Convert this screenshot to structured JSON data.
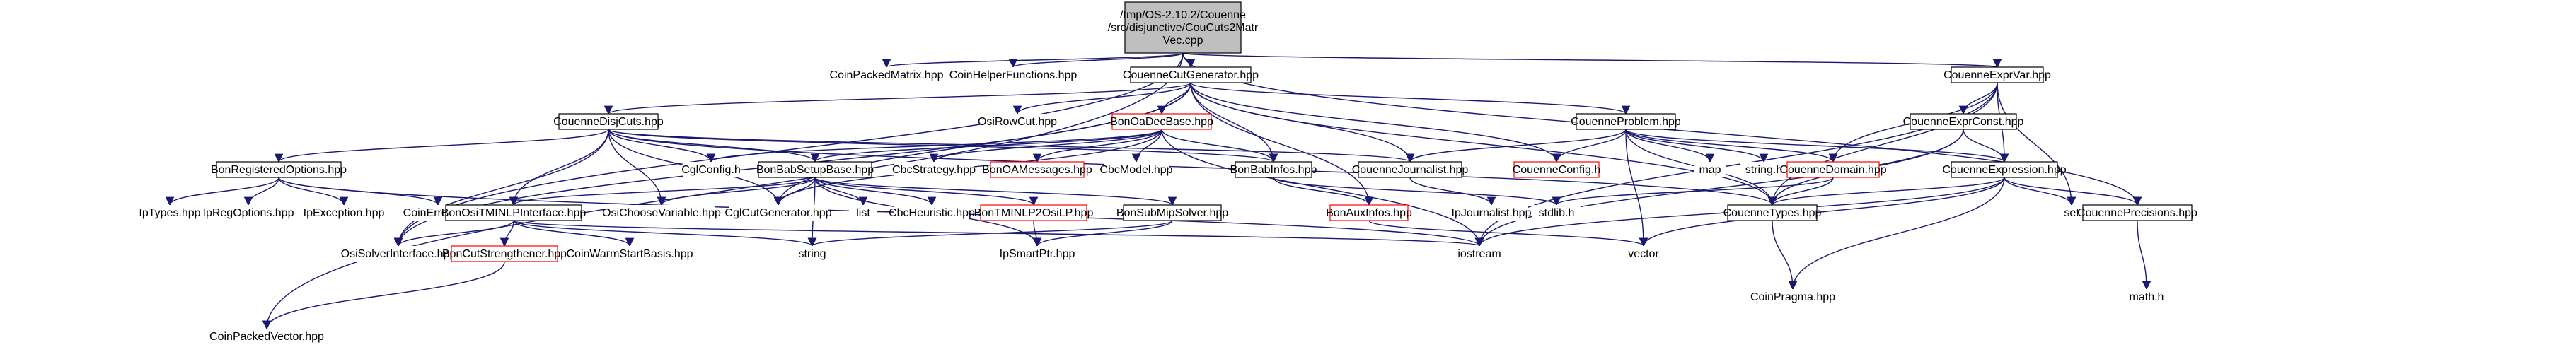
{
  "graph": {
    "colors": {
      "edge": "#191970",
      "node_border": "#000000",
      "missing_border": "#ff0000",
      "root_fill": "#bfbfbf",
      "node_fill": "#ffffff",
      "text": "#000000"
    },
    "nodes": [
      {
        "id": "root",
        "lines": [
          "/tmp/OS-2.10.2/Couenne",
          "/src/disjunctive/CouCuts2Matr",
          "Vec.cpp"
        ],
        "kind": "root"
      },
      {
        "id": "CoinPackedMatrix",
        "lines": [
          "CoinPackedMatrix.hpp"
        ],
        "kind": "missing"
      },
      {
        "id": "CoinHelperFunctions",
        "lines": [
          "CoinHelperFunctions.hpp"
        ],
        "kind": "missing"
      },
      {
        "id": "CouenneCutGenerator",
        "lines": [
          "CouenneCutGenerator.hpp"
        ],
        "kind": "normal"
      },
      {
        "id": "CouenneExprVar",
        "lines": [
          "CouenneExprVar.hpp"
        ],
        "kind": "normal"
      },
      {
        "id": "OsiRowCut",
        "lines": [
          "OsiRowCut.hpp"
        ],
        "kind": "missing"
      },
      {
        "id": "BonOaDecBase",
        "lines": [
          "BonOaDecBase.hpp"
        ],
        "kind": "red"
      },
      {
        "id": "CouenneDisjCuts",
        "lines": [
          "CouenneDisjCuts.hpp"
        ],
        "kind": "normal"
      },
      {
        "id": "CouenneProblem",
        "lines": [
          "CouenneProblem.hpp"
        ],
        "kind": "normal"
      },
      {
        "id": "CouenneExprConst",
        "lines": [
          "CouenneExprConst.hpp"
        ],
        "kind": "normal"
      },
      {
        "id": "BonRegisteredOptions",
        "lines": [
          "BonRegisteredOptions.hpp"
        ],
        "kind": "normal"
      },
      {
        "id": "CglConfig",
        "lines": [
          "CglConfig.h"
        ],
        "kind": "missing"
      },
      {
        "id": "BonBabSetupBase",
        "lines": [
          "BonBabSetupBase.hpp"
        ],
        "kind": "normal"
      },
      {
        "id": "CbcStrategy",
        "lines": [
          "CbcStrategy.hpp"
        ],
        "kind": "missing"
      },
      {
        "id": "BonOAMessages",
        "lines": [
          "BonOAMessages.hpp"
        ],
        "kind": "red"
      },
      {
        "id": "CbcModel",
        "lines": [
          "CbcModel.hpp"
        ],
        "kind": "missing"
      },
      {
        "id": "BonBabInfos",
        "lines": [
          "BonBabInfos.hpp"
        ],
        "kind": "normal"
      },
      {
        "id": "CouenneJournalist",
        "lines": [
          "CouenneJournalist.hpp"
        ],
        "kind": "normal"
      },
      {
        "id": "CouenneConfig",
        "lines": [
          "CouenneConfig.h"
        ],
        "kind": "red"
      },
      {
        "id": "map",
        "lines": [
          "map"
        ],
        "kind": "missing"
      },
      {
        "id": "stringh",
        "lines": [
          "string.h"
        ],
        "kind": "missing"
      },
      {
        "id": "CouenneDomain",
        "lines": [
          "CouenneDomain.hpp"
        ],
        "kind": "red"
      },
      {
        "id": "CouenneExpression",
        "lines": [
          "CouenneExpression.hpp"
        ],
        "kind": "normal"
      },
      {
        "id": "IpTypes",
        "lines": [
          "IpTypes.hpp"
        ],
        "kind": "missing"
      },
      {
        "id": "IpRegOptions",
        "lines": [
          "IpRegOptions.hpp"
        ],
        "kind": "missing"
      },
      {
        "id": "IpException",
        "lines": [
          "IpException.hpp"
        ],
        "kind": "missing"
      },
      {
        "id": "CoinError",
        "lines": [
          "CoinError.hpp"
        ],
        "kind": "missing"
      },
      {
        "id": "BonOsiTMINLPInterface",
        "lines": [
          "BonOsiTMINLPInterface.hpp"
        ],
        "kind": "normal"
      },
      {
        "id": "OsiChooseVariable",
        "lines": [
          "OsiChooseVariable.hpp"
        ],
        "kind": "missing"
      },
      {
        "id": "CglCutGenerator",
        "lines": [
          "CglCutGenerator.hpp"
        ],
        "kind": "missing"
      },
      {
        "id": "list",
        "lines": [
          "list"
        ],
        "kind": "missing"
      },
      {
        "id": "CbcHeuristic",
        "lines": [
          "CbcHeuristic.hpp"
        ],
        "kind": "missing"
      },
      {
        "id": "BonTMINLP2OsiLP",
        "lines": [
          "BonTMINLP2OsiLP.hpp"
        ],
        "kind": "red"
      },
      {
        "id": "BonSubMipSolver",
        "lines": [
          "BonSubMipSolver.hpp"
        ],
        "kind": "normal"
      },
      {
        "id": "BonAuxInfos",
        "lines": [
          "BonAuxInfos.hpp"
        ],
        "kind": "red"
      },
      {
        "id": "IpJournalist",
        "lines": [
          "IpJournalist.hpp"
        ],
        "kind": "missing"
      },
      {
        "id": "stdlibh",
        "lines": [
          "stdlib.h"
        ],
        "kind": "missing"
      },
      {
        "id": "CouenneTypes",
        "lines": [
          "CouenneTypes.hpp"
        ],
        "kind": "normal"
      },
      {
        "id": "set",
        "lines": [
          "set"
        ],
        "kind": "missing"
      },
      {
        "id": "CouennePrecisions",
        "lines": [
          "CouennePrecisions.hpp"
        ],
        "kind": "normal"
      },
      {
        "id": "OsiSolverInterface",
        "lines": [
          "OsiSolverInterface.hpp"
        ],
        "kind": "missing"
      },
      {
        "id": "BonCutStrengthener",
        "lines": [
          "BonCutStrengthener.hpp"
        ],
        "kind": "red"
      },
      {
        "id": "CoinWarmStartBasis",
        "lines": [
          "CoinWarmStartBasis.hpp"
        ],
        "kind": "missing"
      },
      {
        "id": "string",
        "lines": [
          "string"
        ],
        "kind": "missing"
      },
      {
        "id": "IpSmartPtr",
        "lines": [
          "IpSmartPtr.hpp"
        ],
        "kind": "missing"
      },
      {
        "id": "iostream",
        "lines": [
          "iostream"
        ],
        "kind": "missing"
      },
      {
        "id": "vector",
        "lines": [
          "vector"
        ],
        "kind": "missing"
      },
      {
        "id": "CoinPragma",
        "lines": [
          "CoinPragma.hpp"
        ],
        "kind": "missing"
      },
      {
        "id": "mathh",
        "lines": [
          "math.h"
        ],
        "kind": "missing"
      },
      {
        "id": "CoinPackedVector",
        "lines": [
          "CoinPackedVector.hpp"
        ],
        "kind": "missing"
      }
    ],
    "edges": [
      [
        "root",
        "CoinPackedMatrix"
      ],
      [
        "root",
        "CoinHelperFunctions"
      ],
      [
        "root",
        "CouenneCutGenerator"
      ],
      [
        "root",
        "CouenneExprVar"
      ],
      [
        "root",
        "OsiSolverInterface"
      ],
      [
        "root",
        "CoinPackedVector"
      ],
      [
        "root",
        "CouennePrecisions"
      ],
      [
        "CouenneCutGenerator",
        "OsiRowCut"
      ],
      [
        "CouenneCutGenerator",
        "BonOaDecBase"
      ],
      [
        "CouenneCutGenerator",
        "CouenneDisjCuts"
      ],
      [
        "CouenneCutGenerator",
        "CouenneProblem"
      ],
      [
        "CouenneCutGenerator",
        "CouenneConfig"
      ],
      [
        "CouenneCutGenerator",
        "CouenneTypes"
      ],
      [
        "CouenneCutGenerator",
        "CouenneJournalist"
      ],
      [
        "CouenneCutGenerator",
        "BonBabInfos"
      ],
      [
        "CouenneCutGenerator",
        "BonAuxInfos"
      ],
      [
        "CouenneCutGenerator",
        "CglCutGenerator"
      ],
      [
        "CouenneCutGenerator",
        "OsiSolverInterface"
      ],
      [
        "BonOaDecBase",
        "CglConfig"
      ],
      [
        "BonOaDecBase",
        "BonBabSetupBase"
      ],
      [
        "BonOaDecBase",
        "CbcStrategy"
      ],
      [
        "BonOaDecBase",
        "BonOAMessages"
      ],
      [
        "BonOaDecBase",
        "CbcModel"
      ],
      [
        "BonOaDecBase",
        "BonBabInfos"
      ],
      [
        "BonOaDecBase",
        "CglCutGenerator"
      ],
      [
        "BonOaDecBase",
        "iostream"
      ],
      [
        "CouenneDisjCuts",
        "BonRegisteredOptions"
      ],
      [
        "CouenneDisjCuts",
        "CglConfig"
      ],
      [
        "CouenneDisjCuts",
        "BonBabSetupBase"
      ],
      [
        "CouenneDisjCuts",
        "CouenneJournalist"
      ],
      [
        "CouenneDisjCuts",
        "BonOsiTMINLPInterface"
      ],
      [
        "CouenneDisjCuts",
        "OsiChooseVariable"
      ],
      [
        "CouenneDisjCuts",
        "CglCutGenerator"
      ],
      [
        "CouenneDisjCuts",
        "CouenneTypes"
      ],
      [
        "CouenneDisjCuts",
        "OsiSolverInterface"
      ],
      [
        "CouenneDisjCuts",
        "BonBabInfos"
      ],
      [
        "CouenneProblem",
        "CouenneJournalist"
      ],
      [
        "CouenneProblem",
        "CouenneConfig"
      ],
      [
        "CouenneProblem",
        "map"
      ],
      [
        "CouenneProblem",
        "stringh"
      ],
      [
        "CouenneProblem",
        "CouenneDomain"
      ],
      [
        "CouenneProblem",
        "CouenneExpression"
      ],
      [
        "CouenneProblem",
        "CouenneTypes"
      ],
      [
        "CouenneProblem",
        "vector"
      ],
      [
        "CouenneExprVar",
        "CouenneExprConst"
      ],
      [
        "CouenneExprVar",
        "CouenneExpression"
      ],
      [
        "CouenneExprVar",
        "CouenneDomain"
      ],
      [
        "CouenneExprVar",
        "CouenneTypes"
      ],
      [
        "CouenneExprVar",
        "set"
      ],
      [
        "CouenneExprVar",
        "iostream"
      ],
      [
        "CouenneExprConst",
        "CouenneExpression"
      ],
      [
        "CouenneExprConst",
        "CouenneTypes"
      ],
      [
        "CouenneExprConst",
        "iostream"
      ],
      [
        "CouenneExpression",
        "CouenneTypes"
      ],
      [
        "CouenneExpression",
        "set"
      ],
      [
        "CouenneExpression",
        "iostream"
      ],
      [
        "CouenneExpression",
        "vector"
      ],
      [
        "CouenneExpression",
        "CouennePrecisions"
      ],
      [
        "CouenneExpression",
        "CoinPragma"
      ],
      [
        "CouenneDomain",
        "CouenneTypes"
      ],
      [
        "CouenneDomain",
        "stdlibh"
      ],
      [
        "CouenneTypes",
        "CoinPragma"
      ],
      [
        "CouennePrecisions",
        "mathh"
      ],
      [
        "CouenneJournalist",
        "IpJournalist"
      ],
      [
        "BonRegisteredOptions",
        "IpTypes"
      ],
      [
        "BonRegisteredOptions",
        "IpRegOptions"
      ],
      [
        "BonRegisteredOptions",
        "IpException"
      ],
      [
        "BonRegisteredOptions",
        "CoinError"
      ],
      [
        "BonRegisteredOptions",
        "iostream"
      ],
      [
        "BonBabSetupBase",
        "BonOsiTMINLPInterface"
      ],
      [
        "BonBabSetupBase",
        "OsiChooseVariable"
      ],
      [
        "BonBabSetupBase",
        "CglCutGenerator"
      ],
      [
        "BonBabSetupBase",
        "list"
      ],
      [
        "BonBabSetupBase",
        "CbcHeuristic"
      ],
      [
        "BonBabSetupBase",
        "BonTMINLP2OsiLP"
      ],
      [
        "BonBabSetupBase",
        "BonSubMipSolver"
      ],
      [
        "BonBabSetupBase",
        "string"
      ],
      [
        "BonBabSetupBase",
        "IpSmartPtr"
      ],
      [
        "BonBabInfos",
        "BonAuxInfos"
      ],
      [
        "BonBabInfos",
        "stdlibh"
      ],
      [
        "BonAuxInfos",
        "vector"
      ],
      [
        "BonOsiTMINLPInterface",
        "OsiSolverInterface"
      ],
      [
        "BonOsiTMINLPInterface",
        "BonCutStrengthener"
      ],
      [
        "BonOsiTMINLPInterface",
        "CoinWarmStartBasis"
      ],
      [
        "BonOsiTMINLPInterface",
        "string"
      ],
      [
        "BonOsiTMINLPInterface",
        "iostream"
      ],
      [
        "BonCutStrengthener",
        "CoinPackedVector"
      ],
      [
        "BonTMINLP2OsiLP",
        "IpSmartPtr"
      ],
      [
        "BonSubMipSolver",
        "IpSmartPtr"
      ],
      [
        "BonSubMipSolver",
        "string"
      ]
    ]
  }
}
